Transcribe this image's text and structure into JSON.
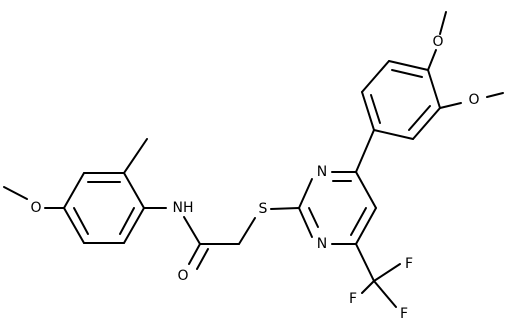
{
  "diagram": {
    "atoms": {
      "o_methoxy_top": "O",
      "o_methoxy_right": "O",
      "n_pyrimidine_upper": "N",
      "n_pyrimidine_lower": "N",
      "s_thioether": "S",
      "nh_amide": "NH",
      "o_carbonyl": "O",
      "o_methoxy_left": "O",
      "f_1": "F",
      "f_2": "F",
      "f_3": "F"
    }
  }
}
